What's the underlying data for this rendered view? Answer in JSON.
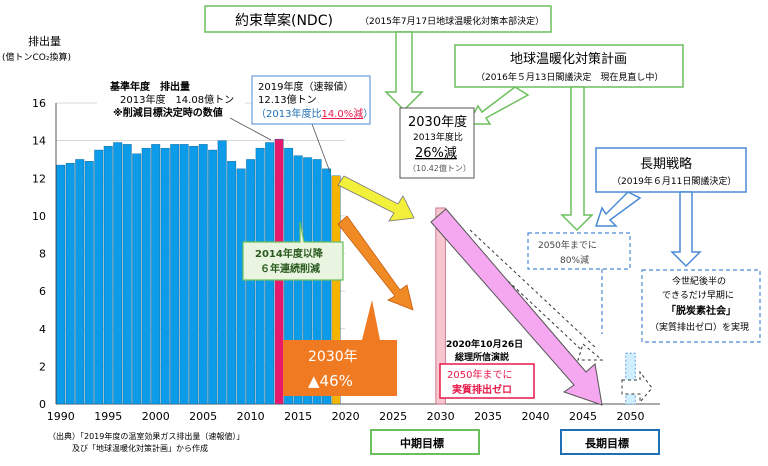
{
  "chart_data": {
    "type": "bar",
    "ylabel": "排出量",
    "yunit": "(億トンCO₂換算)",
    "ylim": [
      0,
      16
    ],
    "yticks": [
      0,
      2,
      4,
      6,
      8,
      10,
      12,
      14,
      16
    ],
    "xlim": [
      1989.5,
      2051
    ],
    "xticks": [
      1990,
      1995,
      2000,
      2005,
      2010,
      2015,
      2020,
      2025,
      2030,
      2035,
      2040,
      2045,
      2050
    ],
    "series": [
      {
        "years": [
          1990,
          1991,
          1992,
          1993,
          1994,
          1995,
          1996,
          1997,
          1998,
          1999,
          2000,
          2001,
          2002,
          2003,
          2004,
          2005,
          2006,
          2007,
          2008,
          2009,
          2010,
          2011,
          2012,
          2013,
          2014,
          2015,
          2016,
          2017,
          2018,
          2019
        ],
        "values": [
          12.7,
          12.8,
          13.0,
          12.9,
          13.5,
          13.7,
          13.9,
          13.8,
          13.3,
          13.6,
          13.8,
          13.6,
          13.8,
          13.8,
          13.7,
          13.8,
          13.5,
          14.0,
          12.9,
          12.5,
          13.0,
          13.6,
          13.9,
          14.08,
          13.6,
          13.2,
          13.1,
          13.0,
          12.5,
          12.13
        ],
        "colors": {
          "default": "#0b9be8",
          "highlight_2013": "#e8196b",
          "highlight_2019": "#f4b400"
        }
      }
    ],
    "projection": [
      {
        "year": 2030,
        "value": 10.42,
        "color": "#f7c6cf"
      },
      {
        "year": 2050,
        "value": 2.7,
        "color": "#cfefff"
      }
    ]
  },
  "annotations": {
    "base_year": {
      "line1": "基準年度　排出量",
      "line2": "2013年度　14.08億トン",
      "line3": "※削減目標決定時の数値"
    },
    "fy2019": {
      "line1": "2019年度（速報値）",
      "line2": "12.13億トン",
      "line3a": "（2013年度比",
      "line3b": "14.0%減",
      "line3c": "）"
    },
    "ndc": {
      "title": "約束草案(NDC)",
      "sub": "（2015年7月17日地球温暖化対策本部決定）"
    },
    "plan": {
      "title": "地球温暖化対策計画",
      "sub": "（2016年５月13日閣議決定　現在見直し中）"
    },
    "target2030": {
      "line1": "2030年度",
      "line2": "2013年度比",
      "line3": "26%減",
      "line4": "（10.42億トン）"
    },
    "longterm": {
      "title": "長期戦略",
      "sub": "（2019年６月11日閣議決定）"
    },
    "target2050_80": {
      "line1": "2050年までに",
      "line2": "80%減"
    },
    "decarb": {
      "line1": "今世紀後半の",
      "line2": "できるだけ早期に",
      "line3": "「脱炭素社会」",
      "line4": "（実質排出ゼロ）を実現"
    },
    "six_year": {
      "line1": "2014年度以降",
      "line2": "６年連続削減"
    },
    "new2030": {
      "line1": "2030年",
      "line2": "▲46%"
    },
    "speech": {
      "line1": "2020年10月26日",
      "line2": "総理所信演説"
    },
    "netzero": {
      "line1": "2050年までに",
      "line2": "実質排出ゼロ"
    },
    "mid_target": "中期目標",
    "long_target": "長期目標",
    "source": {
      "line1": "（出典）「2019年度の温室効果ガス排出量（速報値）」",
      "line2": "及び「地球温暖化対策計画」から作成"
    }
  }
}
